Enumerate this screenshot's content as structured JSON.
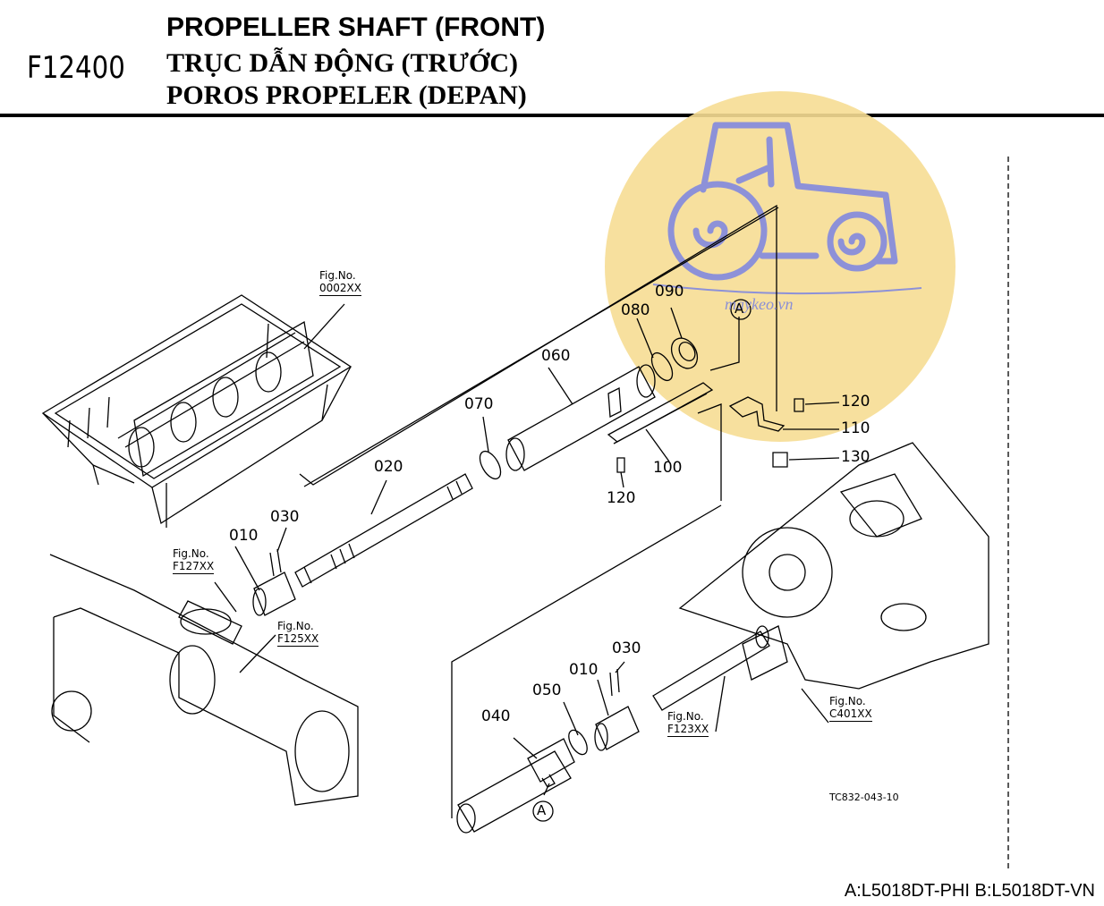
{
  "header": {
    "code": "F12400",
    "title_en": "PROPELLER SHAFT (FRONT)",
    "title_vi": "TRỤC DẪN ĐỘNG (TRƯỚC)",
    "title_id": "POROS PROPELER (DEPAN)"
  },
  "watermark": {
    "text": "maykeo.vn",
    "logo": "tractor-logo",
    "color": "#f3d98a"
  },
  "parts": {
    "p010a": "010",
    "p010b": "010",
    "p020": "020",
    "p030a": "030",
    "p030b": "030",
    "p040": "040",
    "p050": "050",
    "p060": "060",
    "p070": "070",
    "p080": "080",
    "p090": "090",
    "p100": "100",
    "p110": "110",
    "p120a": "120",
    "p120b": "120",
    "p130": "130"
  },
  "markers": {
    "a1": "A",
    "a2": "A"
  },
  "figrefs": {
    "f1": {
      "label": "Fig.No.",
      "num": "0002XX"
    },
    "f2": {
      "label": "Fig.No.",
      "num": "F127XX"
    },
    "f3": {
      "label": "Fig.No.",
      "num": "F125XX"
    },
    "f4": {
      "label": "Fig.No.",
      "num": "F123XX"
    },
    "f5": {
      "label": "Fig.No.",
      "num": "C401XX"
    }
  },
  "drawing_code": "TC832-043-10",
  "model_note": "A:L5018DT-PHI B:L5018DT-VN"
}
